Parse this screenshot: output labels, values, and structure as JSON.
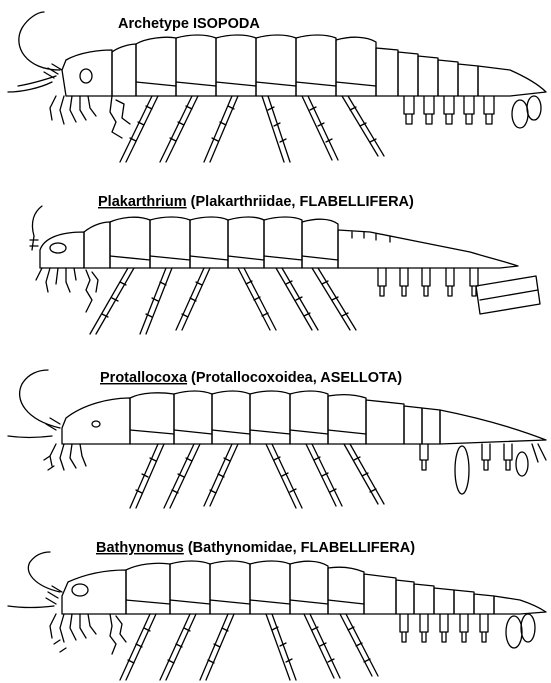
{
  "colors": {
    "ink": "#000000",
    "paper": "#ffffff"
  },
  "panels": [
    {
      "id": "archetype",
      "caption_genus": "",
      "caption_rest": "Archetype ISOPODA"
    },
    {
      "id": "plakarthrium",
      "caption_genus": "Plakarthrium",
      "caption_rest": " (Plakarthriidae, FLABELLIFERA)"
    },
    {
      "id": "protallocoxa",
      "caption_genus": "Protallocoxa",
      "caption_rest": " (Protallocoxoidea, ASELLOTA)"
    },
    {
      "id": "bathynomus",
      "caption_genus": "Bathynomus",
      "caption_rest": " (Bathynomidae, FLABELLIFERA)"
    }
  ]
}
